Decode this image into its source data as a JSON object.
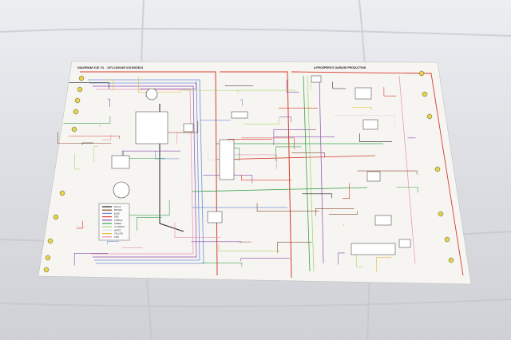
{
  "poster": {
    "title": "DIAGRAM XJ6 74",
    "subtitle": "- 1974 JAGUAR XJ6 MODELS",
    "producer": "A PROSPERO'S GARAGE PRODUCTION"
  },
  "legend": [
    {
      "label": "BLACK",
      "color": "#222222"
    },
    {
      "label": "BROWN",
      "color": "#8a4a2a"
    },
    {
      "label": "BLUE",
      "color": "#6f8fd8"
    },
    {
      "label": "RED",
      "color": "#d83a2a"
    },
    {
      "label": "PURPLE",
      "color": "#8a4ab0"
    },
    {
      "label": "GREEN",
      "color": "#3aa04a"
    },
    {
      "label": "LT GREEN",
      "color": "#a8d86a"
    },
    {
      "label": "WHITE",
      "color": "#dddddd"
    },
    {
      "label": "YELLOW",
      "color": "#e0c030"
    },
    {
      "label": "PINK",
      "color": "#e890b0"
    }
  ]
}
